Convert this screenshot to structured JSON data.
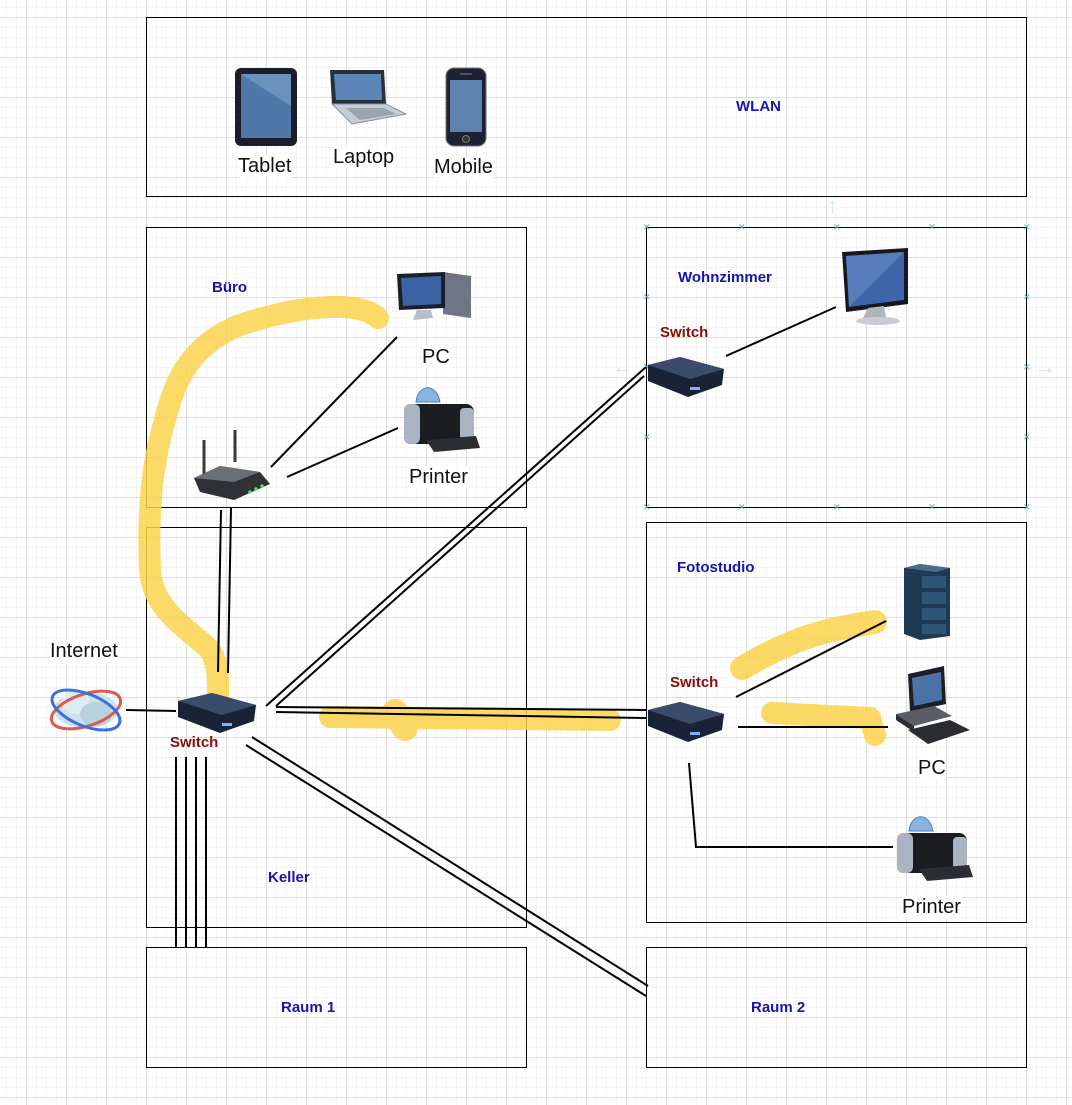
{
  "diagram": {
    "rooms": {
      "wlan": "WLAN",
      "buero": "Büro",
      "wohnzimmer": "Wohnzimmer",
      "keller": "Keller",
      "fotostudio": "Fotostudio",
      "raum1": "Raum 1",
      "raum2": "Raum 2"
    },
    "devices": {
      "tablet": "Tablet",
      "laptop": "Laptop",
      "mobile": "Mobile",
      "buero_pc": "PC",
      "buero_printer": "Printer",
      "internet": "Internet",
      "main_switch": "Switch",
      "wohnzimmer_switch": "Switch",
      "fotostudio_switch": "Switch",
      "fotostudio_pc": "PC",
      "fotostudio_printer": "Printer"
    },
    "colors": {
      "room_label": "#1515b0",
      "switch_label": "#8b0a0a",
      "highlight": "#fcd34d",
      "connector": "#000000"
    }
  }
}
